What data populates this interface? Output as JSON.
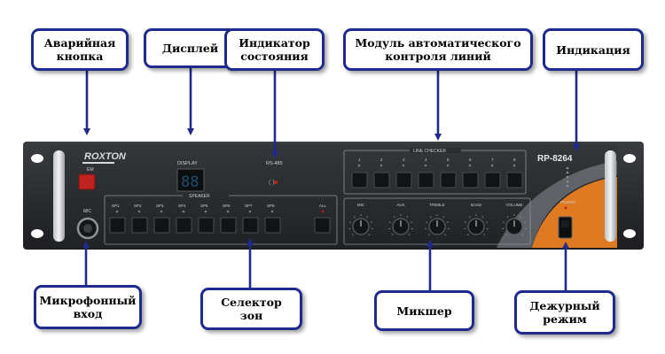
{
  "callouts": {
    "emergency_button": "Аварийная\nкнопка",
    "display": "Дисплей",
    "status_indicator": "Индикатор\nсостояния",
    "line_control_module": "Модуль автоматического\nконтроля линий",
    "indication": "Индикация",
    "mic_input": "Микрофонный\nвход",
    "zone_selector": "Селектор\nзон",
    "mixer": "Микшер",
    "standby_mode": "Дежурный\nрежим"
  },
  "device": {
    "brand": "ROXTON",
    "model": "RP-8264",
    "em_label": "EM",
    "display_label": "DISPLAY",
    "display_value": "88",
    "rs485_label": "RS-485",
    "mic_label": "MIC",
    "speaker_label": "SPEAKER",
    "all_label": "ALL",
    "line_checker_label": "LINE CHECKER",
    "power_label": "POWER",
    "speaker_buttons": [
      "SP1",
      "SP2",
      "SP3",
      "SP4",
      "SP5",
      "SP6",
      "SP7",
      "SP8"
    ],
    "line_checker_numbers": [
      "1",
      "2",
      "3",
      "4",
      "5",
      "6",
      "7",
      "8"
    ],
    "knobs": [
      "MIC",
      "AUX",
      "TREBLE",
      "BASS",
      "VOLUME"
    ]
  },
  "colors": {
    "callout_border": "#1f2a8c",
    "arrow": "#1f2a8c",
    "panel": "#2b2d31",
    "em_button": "#c0221e",
    "display_digits": "#1d4f6e",
    "accent_orange": "#e07a22"
  }
}
